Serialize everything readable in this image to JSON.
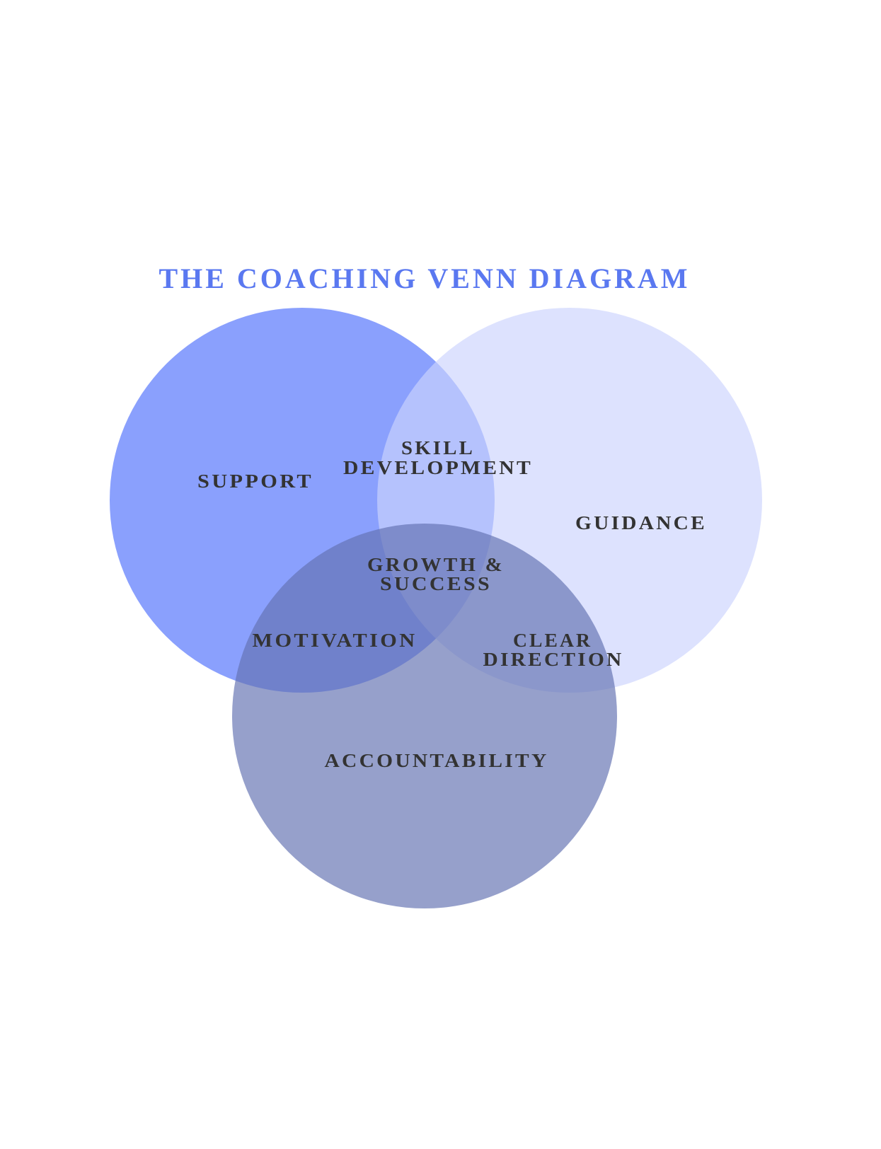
{
  "title": "THE COACHING VENN DIAGRAM",
  "colors": {
    "title": "#5a78f0",
    "support_circle": "#8aa0fd",
    "guidance_circle": "#ccd3fe",
    "accountability_circle": "#6372b2",
    "label_text": "#333333",
    "center_text": "#ffffff"
  },
  "circles": {
    "support": "SUPPORT",
    "guidance": "GUIDANCE",
    "accountability": "ACCOUNTABILITY"
  },
  "overlaps": {
    "skill_development": [
      "SKILL",
      "DEVELOPMENT"
    ],
    "motivation": [
      "MOTIVATION"
    ],
    "clear_direction": [
      "CLEAR",
      "DIRECTION"
    ],
    "center": [
      "GROWTH &",
      "SUCCESS"
    ]
  }
}
